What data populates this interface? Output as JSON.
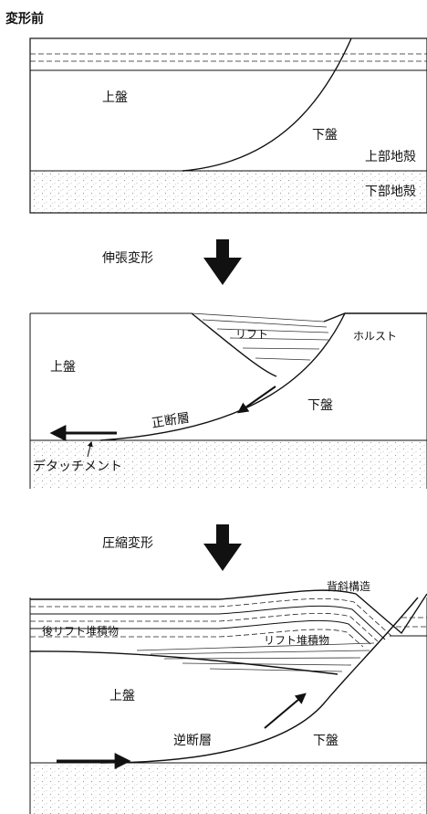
{
  "panel1": {
    "title": "変形前",
    "hanging_wall": "上盤",
    "footwall": "下盤",
    "upper_crust": "上部地殻",
    "lower_crust": "下部地殻"
  },
  "step1": {
    "label": "伸張変形"
  },
  "panel2": {
    "rift": "リフト",
    "horst": "ホルスト",
    "hanging_wall": "上盤",
    "footwall": "下盤",
    "normal_fault": "正断層",
    "detachment": "デタッチメント"
  },
  "step2": {
    "label": "圧縮変形"
  },
  "panel3": {
    "anticline": "背斜構造",
    "post_rift": "後リフト堆積物",
    "rift_sediment": "リフト堆積物",
    "hanging_wall": "上盤",
    "footwall": "下盤",
    "reverse_fault": "逆断層"
  },
  "colors": {
    "ink": "#111111",
    "stipple": "#9a9a9a"
  }
}
